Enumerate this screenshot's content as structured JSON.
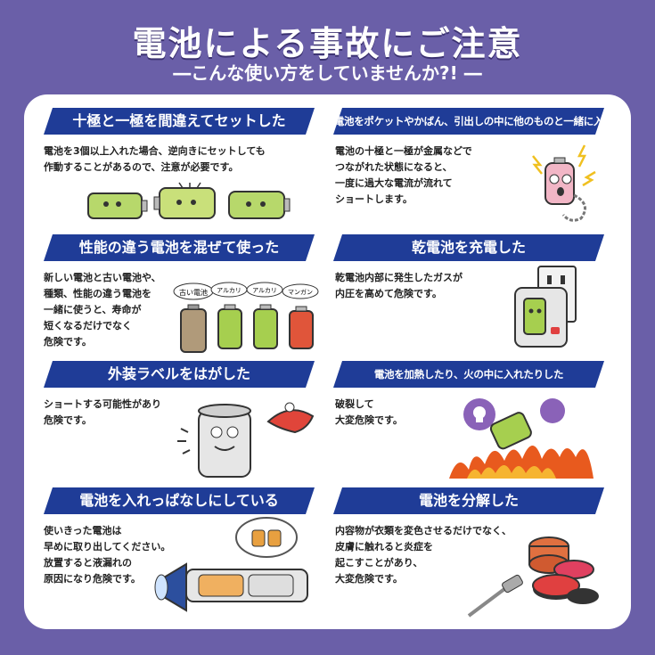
{
  "header": {
    "title": "電池による事故にご注意",
    "subtitle": "―こんな使い方をしていませんか?! ―"
  },
  "cards": [
    {
      "title": "十極と一極を間違えてセットした",
      "text": "電池を3個以上入れた場合、逆向きにセットしても\n作動することがあるので、注意が必要です。",
      "icon": "reversed-batteries-illustration"
    },
    {
      "title": "電池をポケットやかばん、引出しの中に他のものと一緒に入れた",
      "text": "電池の十極と一極が金属などで\nつながれた状態になると、\n一度に過大な電流が流れて\nショートします。",
      "icon": "shorted-battery-illustration"
    },
    {
      "title": "性能の違う電池を混ぜて使った",
      "text": "新しい電池と古い電池や、\n種類、性能の違う電池を\n一緒に使うと、寿命が\n短くなるだけでなく\n危険です。",
      "icon": "mixed-batteries-illustration",
      "labels": [
        "古い電池",
        "アルカリ",
        "アルカリ",
        "マンガン"
      ]
    },
    {
      "title": "乾電池を充電した",
      "text": "乾電池内部に発生したガスが\n内圧を高めて危険です。",
      "icon": "charger-illustration"
    },
    {
      "title": "外装ラベルをはがした",
      "text": "ショートする可能性があり\n危険です。",
      "icon": "unlabeled-battery-illustration"
    },
    {
      "title": "電池を加熱したり、火の中に入れたりした",
      "text": "破裂して\n大変危険です。",
      "icon": "battery-in-fire-illustration"
    },
    {
      "title": "電池を入れっぱなしにしている",
      "text": "使いきった電池は\n早めに取り出してください。\n放置すると液漏れの\n原因になり危険です。",
      "icon": "flashlight-illustration"
    },
    {
      "title": "電池を分解した",
      "text": "内容物が衣類を変色させるだけでなく、\n皮膚に触れると炎症を\n起こすことがあり、\n大変危険です。",
      "icon": "disassembled-battery-illustration"
    }
  ],
  "colors": {
    "background": "#6a5fa8",
    "banner": "#1f3c97",
    "panel": "#ffffff"
  }
}
